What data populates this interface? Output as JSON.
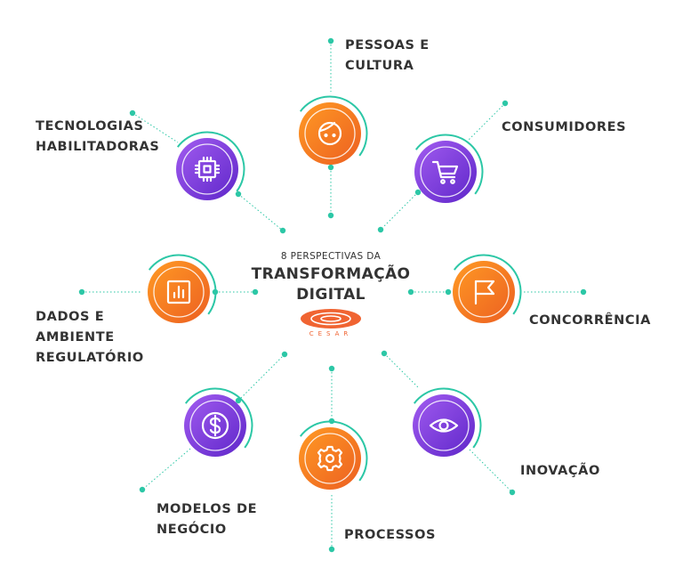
{
  "center": {
    "subtitle": "8 PERSPECTIVAS DA",
    "title": "TRANSFORMAÇÃO\nDIGITAL",
    "logo_text": "CESAR"
  },
  "nodes": [
    {
      "id": "pessoas",
      "label": "PESSOAS E\nCULTURA",
      "icon": "face-icon",
      "color": "orange"
    },
    {
      "id": "consumidores",
      "label": "CONSUMIDORES",
      "icon": "cart-icon",
      "color": "purple"
    },
    {
      "id": "concorrencia",
      "label": "CONCORRÊNCIA",
      "icon": "flag-icon",
      "color": "orange"
    },
    {
      "id": "inovacao",
      "label": "INOVAÇÃO",
      "icon": "eye-icon",
      "color": "purple"
    },
    {
      "id": "processos",
      "label": "PROCESSOS",
      "icon": "gear-icon",
      "color": "orange"
    },
    {
      "id": "modelos",
      "label": "MODELOS DE\nNEGÓCIO",
      "icon": "dollar-icon",
      "color": "purple"
    },
    {
      "id": "dados",
      "label": "DADOS E\nAMBIENTE\nREGULATÓRIO",
      "icon": "chart-icon",
      "color": "orange"
    },
    {
      "id": "tecnologias",
      "label": "TECNOLOGIAS\nHABILITADORAS",
      "icon": "chip-icon",
      "color": "purple"
    }
  ],
  "colors": {
    "orange": "#f5811f",
    "orange_dark": "#ec5f21",
    "purple": "#8e4ee5",
    "purple_dark": "#5e26c9",
    "teal": "#2cc7a6",
    "text": "#333333"
  }
}
